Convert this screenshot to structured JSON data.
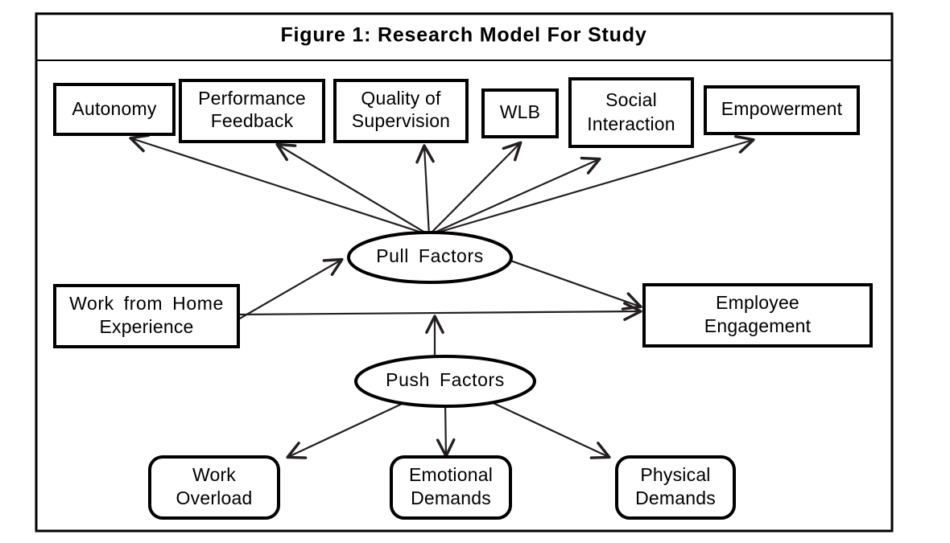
{
  "figure": {
    "title": "Figure 1: Research Model For Study",
    "frame_color": "#000000",
    "background_color": "#ffffff",
    "line_color": "#231f20"
  },
  "nodes": {
    "pull_outcomes": [
      {
        "id": "autonomy",
        "label": "Autonomy",
        "shape": "rect"
      },
      {
        "id": "performance-feedback",
        "label_line1": "Performance",
        "label_line2": "Feedback",
        "shape": "rect"
      },
      {
        "id": "quality-of-supervision",
        "label_line1": "Quality of",
        "label_line2": "Supervision",
        "shape": "rect"
      },
      {
        "id": "wlb",
        "label": "WLB",
        "shape": "rect"
      },
      {
        "id": "social-interaction",
        "label_line1": "Social",
        "label_line2": "Interaction",
        "shape": "rect"
      },
      {
        "id": "empowerment",
        "label": "Empowerment",
        "shape": "rect"
      }
    ],
    "pull_factors": {
      "id": "pull-factors",
      "label": "Pull  Factors",
      "shape": "ellipse"
    },
    "push_factors": {
      "id": "push-factors",
      "label": "Push  Factors",
      "shape": "ellipse"
    },
    "antecedent": {
      "id": "work-from-home-experience",
      "label_line1": "Work  from  Home",
      "label_line2": "Experience",
      "shape": "rect"
    },
    "outcome": {
      "id": "employee-engagement",
      "label_line1": "Employee",
      "label_line2": "Engagement",
      "shape": "rect"
    },
    "push_outcomes": [
      {
        "id": "work-overload",
        "label_line1": "Work",
        "label_line2": "Overload",
        "shape": "rounded-rect"
      },
      {
        "id": "emotional-demands",
        "label_line1": "Emotional",
        "label_line2": "Demands",
        "shape": "rounded-rect"
      },
      {
        "id": "physical-demands",
        "label_line1": "Physical",
        "label_line2": "Demands",
        "shape": "rounded-rect"
      }
    ]
  },
  "edges": [
    {
      "from": "pull-factors",
      "to": "autonomy"
    },
    {
      "from": "pull-factors",
      "to": "performance-feedback"
    },
    {
      "from": "pull-factors",
      "to": "quality-of-supervision"
    },
    {
      "from": "pull-factors",
      "to": "wlb"
    },
    {
      "from": "pull-factors",
      "to": "social-interaction"
    },
    {
      "from": "pull-factors",
      "to": "empowerment"
    },
    {
      "from": "work-from-home-experience",
      "to": "pull-factors"
    },
    {
      "from": "work-from-home-experience",
      "to": "employee-engagement"
    },
    {
      "from": "pull-factors",
      "to": "employee-engagement"
    },
    {
      "from": "push-factors",
      "to": "employee-engagement"
    },
    {
      "from": "push-factors",
      "to": "work-overload"
    },
    {
      "from": "push-factors",
      "to": "emotional-demands"
    },
    {
      "from": "push-factors",
      "to": "physical-demands"
    }
  ]
}
